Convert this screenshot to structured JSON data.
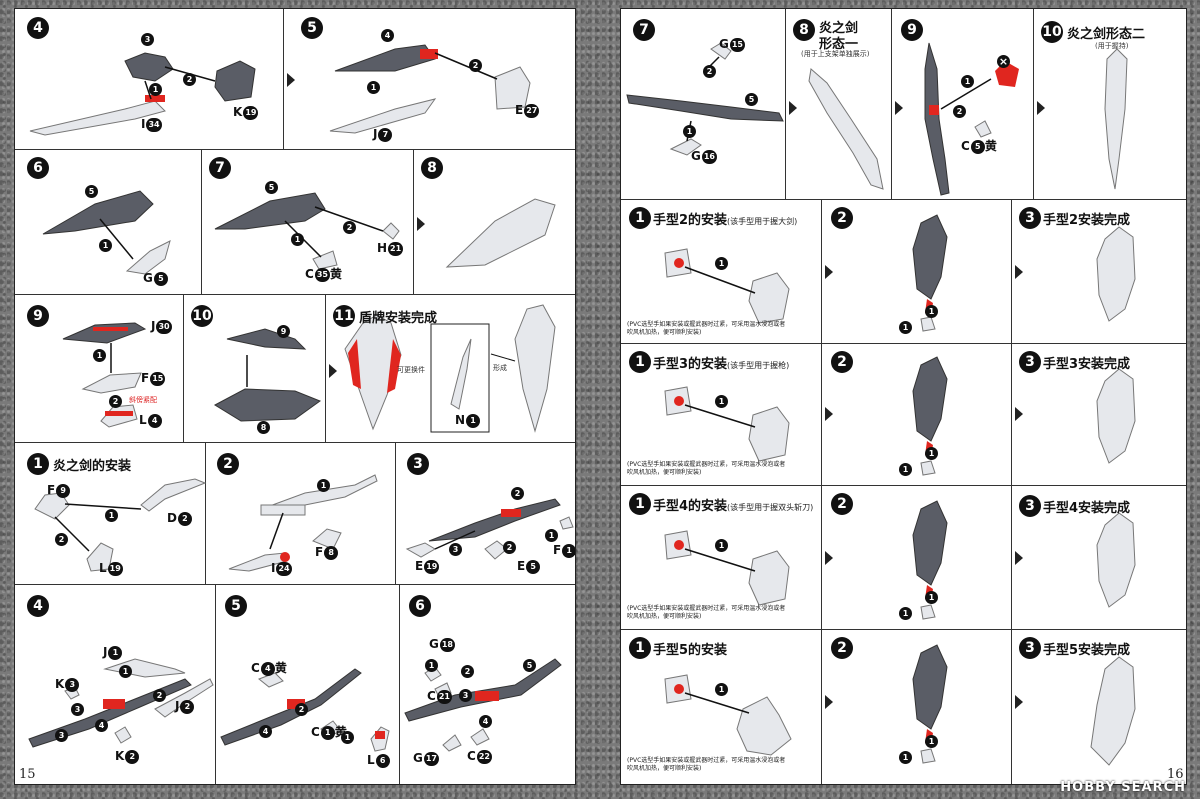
{
  "left_page": {
    "page_number": "15",
    "row1": {
      "steps": [
        {
          "num": "4",
          "callouts": [
            "3",
            "1",
            "2"
          ],
          "parts": [
            {
              "letter": "I",
              "num": "34"
            },
            {
              "letter": "K",
              "num": "19"
            }
          ]
        },
        {
          "num": "5",
          "callouts": [
            "4",
            "1",
            "2"
          ],
          "parts": [
            {
              "letter": "J",
              "num": "7"
            },
            {
              "letter": "E",
              "num": "27"
            }
          ]
        }
      ]
    },
    "row2": {
      "steps": [
        {
          "num": "6",
          "callouts": [
            "5",
            "1"
          ],
          "parts": [
            {
              "letter": "G",
              "num": "5"
            }
          ]
        },
        {
          "num": "7",
          "callouts": [
            "5",
            "1",
            "2"
          ],
          "parts": [
            {
              "letter": "C",
              "num": "35",
              "suffix": "黄"
            },
            {
              "letter": "H",
              "num": "21"
            }
          ]
        },
        {
          "num": "8"
        }
      ]
    },
    "row3": {
      "steps": [
        {
          "num": "9",
          "callouts": [
            "1",
            "2"
          ],
          "parts": [
            {
              "letter": "J",
              "num": "30"
            },
            {
              "letter": "F",
              "num": "15"
            },
            {
              "letter": "L",
              "num": "4"
            }
          ],
          "red_note": "斜傍紧配"
        },
        {
          "num": "10",
          "callouts": [
            "9",
            "8"
          ]
        },
        {
          "num": "11",
          "title": "盾牌安装完成",
          "parts": [
            {
              "letter": "N",
              "num": "1"
            }
          ],
          "tiny_notes": [
            "可更换件",
            "形成"
          ]
        }
      ]
    },
    "row4": {
      "steps": [
        {
          "num": "1",
          "title": "炎之剑的安装",
          "callouts": [
            "1",
            "2"
          ],
          "parts": [
            {
              "letter": "F",
              "num": "9"
            },
            {
              "letter": "D",
              "num": "2"
            },
            {
              "letter": "L",
              "num": "19"
            }
          ]
        },
        {
          "num": "2",
          "callouts": [
            "1"
          ],
          "parts": [
            {
              "letter": "I",
              "num": "24"
            },
            {
              "letter": "F",
              "num": "8"
            }
          ]
        },
        {
          "num": "3",
          "callouts": [
            "2",
            "3",
            "2",
            "1"
          ],
          "parts": [
            {
              "letter": "E",
              "num": "19"
            },
            {
              "letter": "E",
              "num": "5"
            },
            {
              "letter": "F",
              "num": "1"
            }
          ]
        }
      ]
    },
    "row5": {
      "steps": [
        {
          "num": "4",
          "callouts": [
            "1",
            "2",
            "3",
            "4",
            "3"
          ],
          "parts": [
            {
              "letter": "J",
              "num": "1"
            },
            {
              "letter": "K",
              "num": "3"
            },
            {
              "letter": "J",
              "num": "2"
            },
            {
              "letter": "K",
              "num": "2"
            }
          ]
        },
        {
          "num": "5",
          "callouts": [
            "2",
            "1",
            "4"
          ],
          "parts": [
            {
              "letter": "C",
              "num": "4",
              "suffix": "黄"
            },
            {
              "letter": "C",
              "num": "1",
              "suffix": "黄"
            },
            {
              "letter": "L",
              "num": "6"
            }
          ]
        },
        {
          "num": "6",
          "callouts": [
            "1",
            "2",
            "3",
            "4",
            "5"
          ],
          "parts": [
            {
              "letter": "G",
              "num": "18"
            },
            {
              "letter": "C",
              "num": "21"
            },
            {
              "letter": "G",
              "num": "17"
            },
            {
              "letter": "C",
              "num": "22"
            }
          ]
        }
      ]
    }
  },
  "right_page": {
    "page_number": "16",
    "watermark": "HOBBY SEARCH",
    "row1": {
      "steps": [
        {
          "num": "7",
          "callouts": [
            "2",
            "1",
            "5"
          ],
          "parts": [
            {
              "letter": "G",
              "num": "15"
            },
            {
              "letter": "G",
              "num": "16"
            }
          ]
        },
        {
          "num": "8",
          "title": "炎之剑",
          "title2": "形态一",
          "note": "(用于上支架单独展示)"
        },
        {
          "num": "9",
          "callouts": [
            "1",
            "2"
          ],
          "parts": [
            {
              "letter": "C",
              "num": "5",
              "suffix": "黄"
            }
          ],
          "cross": "×"
        },
        {
          "num": "10",
          "title": "炎之剑形态二",
          "note": "(用于握持)"
        }
      ]
    },
    "hand_rows": [
      {
        "title": "手型2的安装",
        "note": "(该手型用于握大剑)",
        "pvc": "(PVC选型手如果安装或握武器时过紧，可采用温水浸泡或者吹风机加热，便可顺利安装)",
        "complete": "手型2安装完成"
      },
      {
        "title": "手型3的安装",
        "note": "(该手型用于握枪)",
        "pvc": "(PVC选型手如果安装或握武器时过紧，可采用温水浸泡或者吹风机加热，便可顺利安装)",
        "complete": "手型3安装完成"
      },
      {
        "title": "手型4的安装",
        "note": "(该手型用于握双头斩刀)",
        "pvc": "(PVC选型手如果安装或握武器时过紧，可采用温水浸泡或者吹风机加热，便可顺利安装)",
        "complete": "手型4安装完成"
      },
      {
        "title": "手型5的安装",
        "note": "",
        "pvc": "(PVC选型手如果安装或握武器时过紧，可采用温水浸泡或者吹风机加热，便可顺利安装)",
        "complete": "手型5安装完成"
      }
    ],
    "hand_step_nums": [
      "1",
      "2",
      "3"
    ],
    "hand_callouts": [
      "1",
      "1",
      "1"
    ]
  },
  "colors": {
    "accent_red": "#e0261f",
    "dark_part": "#5a5d66",
    "light_part": "#e6e8ec",
    "ink": "#111111"
  }
}
